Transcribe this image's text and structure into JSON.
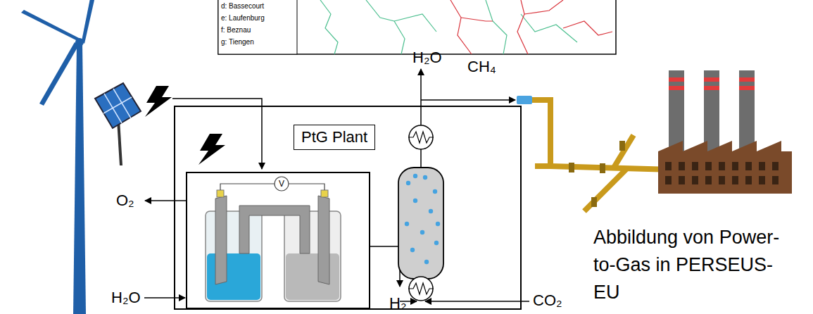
{
  "diagram": {
    "caption": "Abbildung von Power-to-Gas in PERSEUS-EU",
    "nodes": [
      {
        "text": [
          "PtG Plant"
        ]
      },
      {
        "text": [
          "d: Bassecourt",
          "e: Laufenburg",
          "f: Beznau",
          "g: Tiengen"
        ]
      }
    ],
    "labels": [
      "H₂O",
      "CH₄",
      "O₂",
      "H₂O",
      "H₂",
      "CO₂",
      "V"
    ]
  }
}
